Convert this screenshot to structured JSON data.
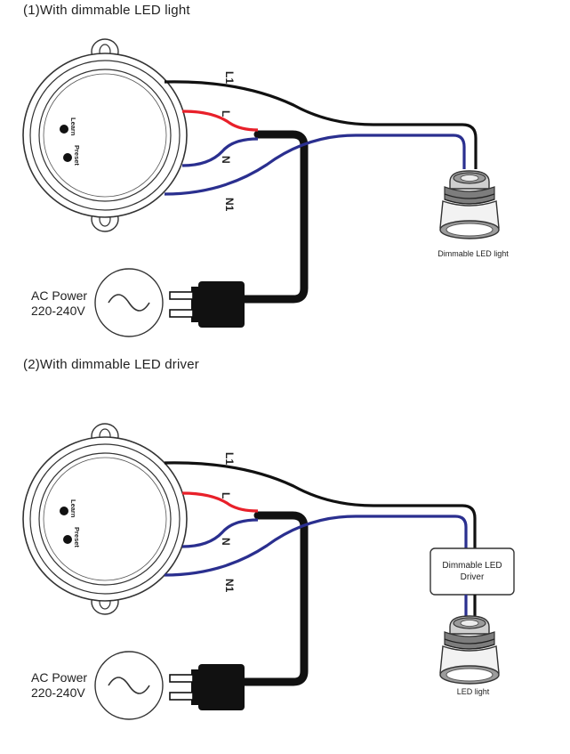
{
  "sections": [
    {
      "title": "(1)With dimmable LED light",
      "wire_labels": [
        "L1",
        "L",
        "N",
        "N1"
      ],
      "button_labels": [
        "Learn",
        "Preset"
      ],
      "load_label": "Dimmable LED light",
      "power_line1": "AC Power",
      "power_line2": "220-240V"
    },
    {
      "title": "(2)With dimmable LED driver",
      "wire_labels": [
        "L1",
        "L",
        "N",
        "N1"
      ],
      "button_labels": [
        "Learn",
        "Preset"
      ],
      "driver_line1": "Dimmable LED",
      "driver_line2": "Driver",
      "load_label": "LED light",
      "power_line1": "AC Power",
      "power_line2": "220-240V"
    }
  ],
  "colors": {
    "live": "#e8202a",
    "neutral": "#2a2f8f",
    "switched_live": "#111111",
    "cable": "#111111",
    "outline": "#333333"
  }
}
